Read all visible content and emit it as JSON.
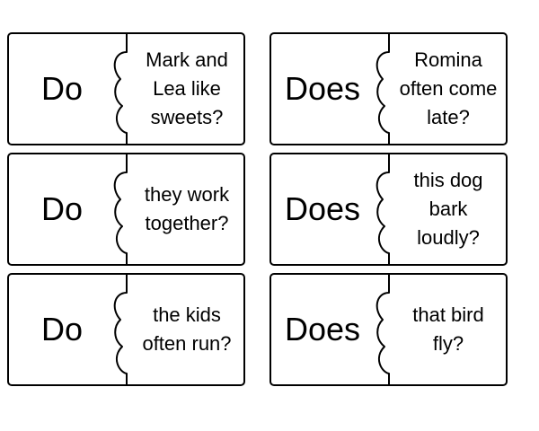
{
  "cards": [
    {
      "left": "Do",
      "right_lines": [
        "Mark and",
        "Lea like",
        "sweets?"
      ]
    },
    {
      "left": "Does",
      "right_lines": [
        "Romina",
        "often come",
        "late?"
      ]
    },
    {
      "left": "Do",
      "right_lines": [
        "they work",
        "together?"
      ]
    },
    {
      "left": "Does",
      "right_lines": [
        "this dog",
        "bark",
        "loudly?"
      ]
    },
    {
      "left": "Do",
      "right_lines": [
        "the kids",
        "often run?"
      ]
    },
    {
      "left": "Does",
      "right_lines": [
        "that bird",
        "fly?"
      ]
    }
  ]
}
